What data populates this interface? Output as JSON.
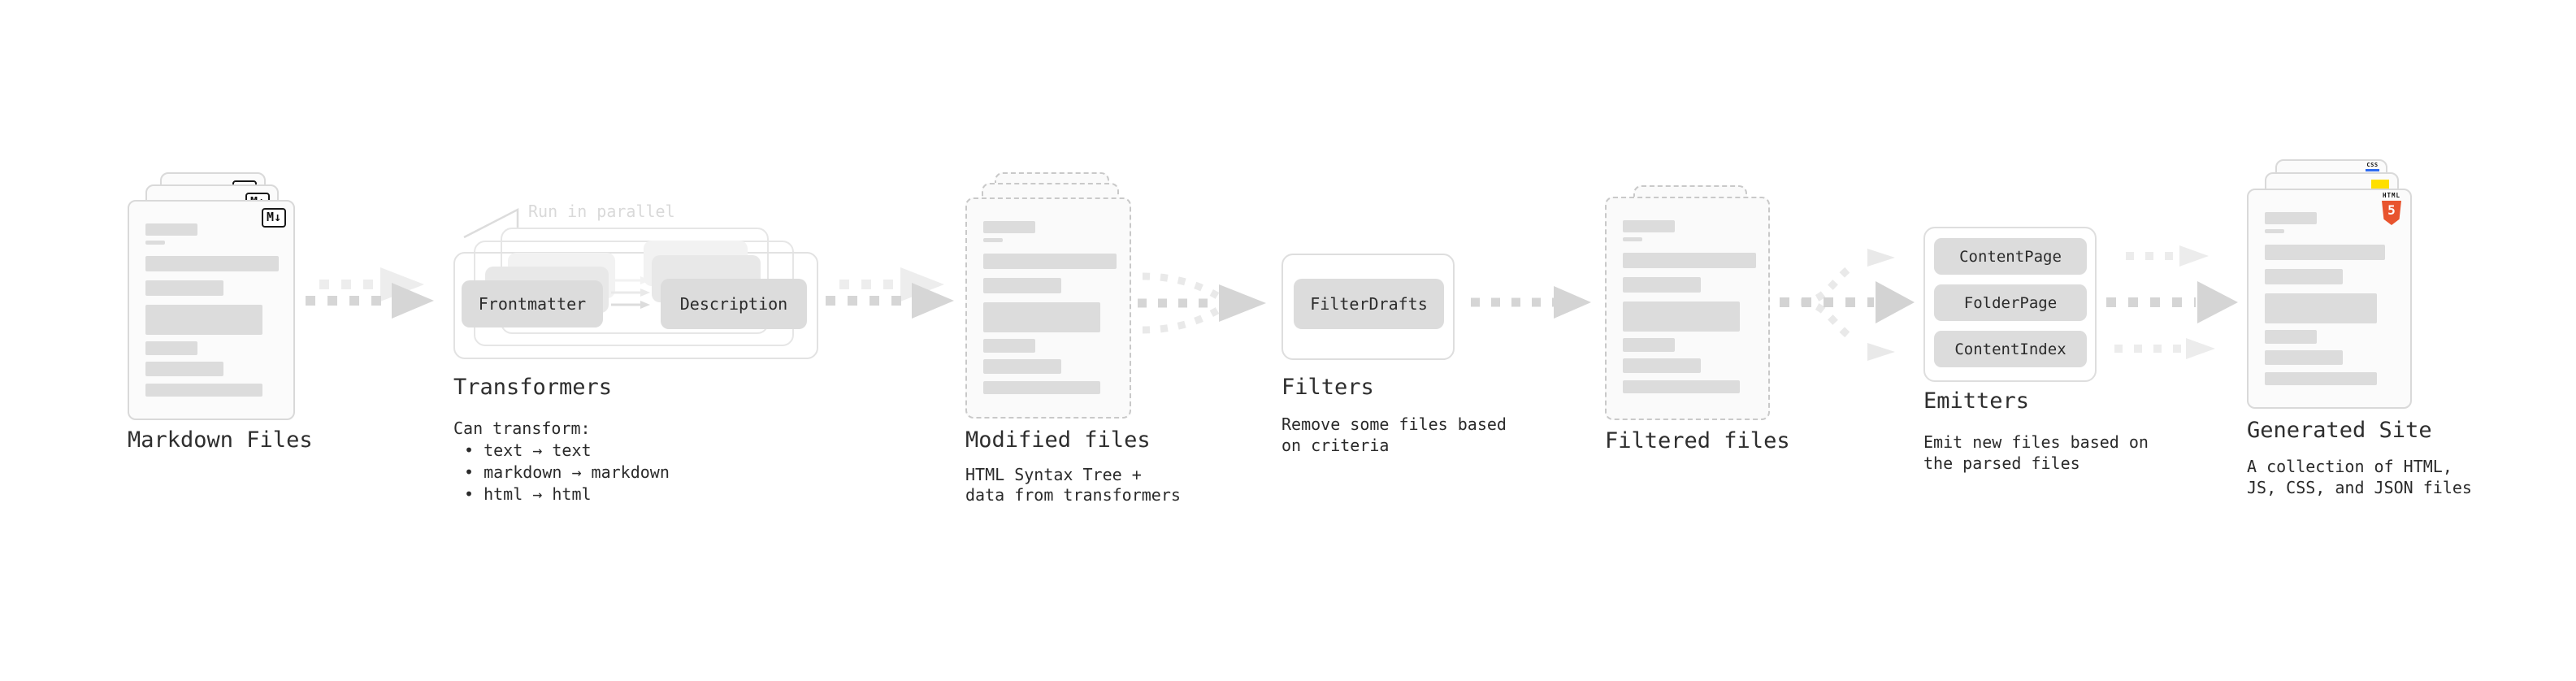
{
  "stages": {
    "markdown_files": {
      "label": "Markdown Files",
      "badge": "M↓"
    },
    "transformers": {
      "label": "Transformers",
      "note": "Run in parallel",
      "pill_frontmatter": "Frontmatter",
      "pill_description": "Description",
      "desc_title": "Can transform:",
      "bullet_1": "• text → text",
      "bullet_2": "• markdown → markdown",
      "bullet_3": "• html → html"
    },
    "modified_files": {
      "label": "Modified files",
      "desc_1": "HTML Syntax Tree +",
      "desc_2": "data from transformers"
    },
    "filters": {
      "label": "Filters",
      "pill": "FilterDrafts",
      "desc_1": "Remove some files based",
      "desc_2": "on criteria"
    },
    "filtered_files": {
      "label": "Filtered files"
    },
    "emitters": {
      "label": "Emitters",
      "pill_1": "ContentPage",
      "pill_2": "FolderPage",
      "pill_3": "ContentIndex",
      "desc_1": "Emit new files based on",
      "desc_2": "the parsed files"
    },
    "generated_site": {
      "label": "Generated Site",
      "desc_1": "A collection of HTML,",
      "desc_2": "JS, CSS, and JSON files",
      "css_badge": "CSS",
      "html5_caption": "HTML",
      "html5_numeral": "5"
    }
  },
  "colors": {
    "html5_orange": "#e8542e",
    "js_yellow": "#ffdf00",
    "css_blue": "#2e6bf0"
  }
}
